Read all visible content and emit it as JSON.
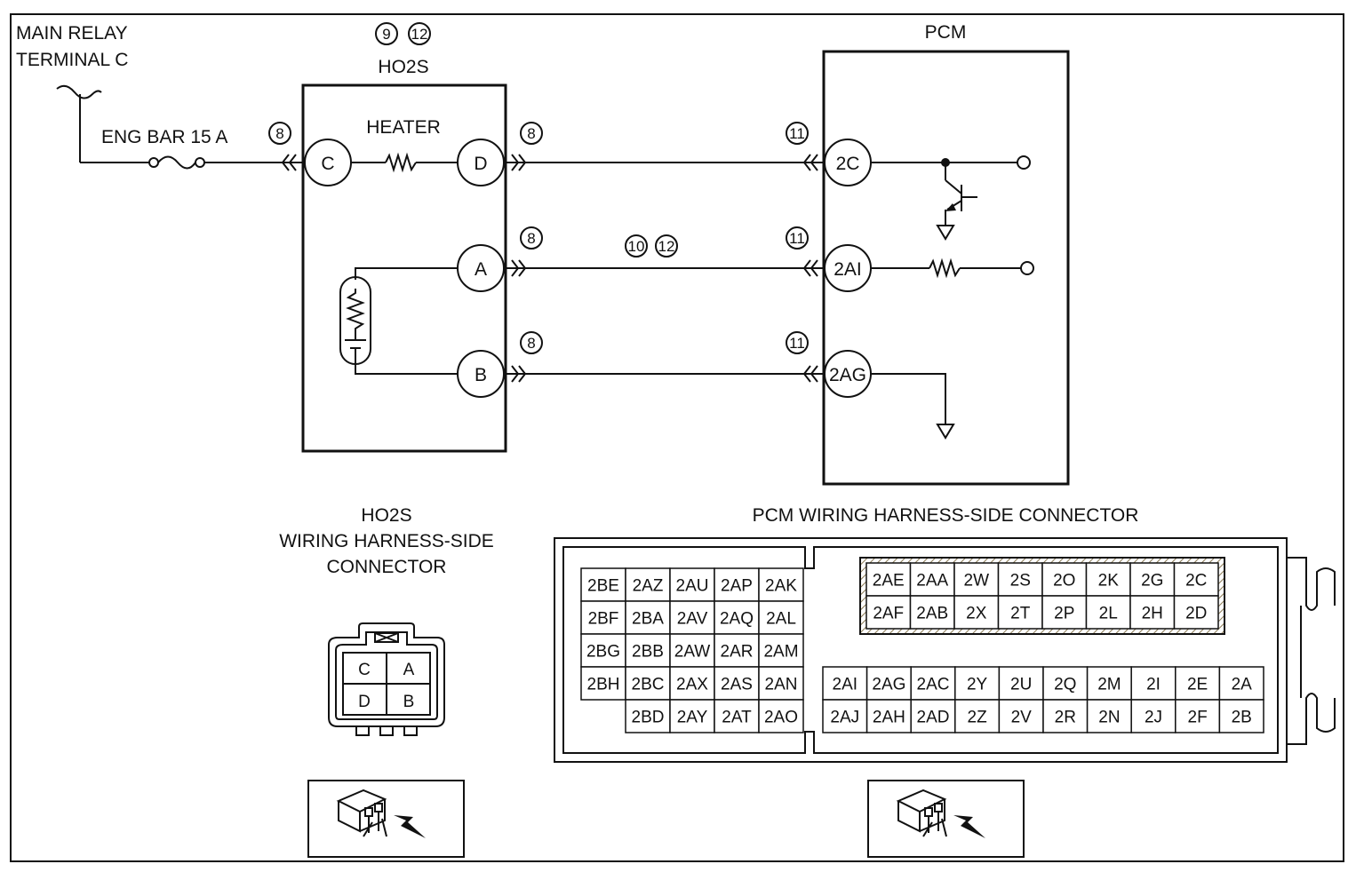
{
  "colors": {
    "line": "#111111",
    "background": "#ffffff",
    "hatch": "#8a7a55"
  },
  "labels": {
    "main_relay_line1": "MAIN RELAY",
    "main_relay_line2": "TERMINAL C",
    "fuse": "ENG BAR 15 A",
    "ho2s_top": "HO2S",
    "heater": "HEATER",
    "pcm_top": "PCM",
    "ho2s_conn_line1": "HO2S",
    "ho2s_conn_line2": "WIRING HARNESS-SIDE",
    "ho2s_conn_line3": "CONNECTOR",
    "pcm_conn_title": "PCM WIRING HARNESS-SIDE CONNECTOR"
  },
  "refs": {
    "ho2s_a": "9",
    "ho2s_b": "12",
    "fuse_ref": "8",
    "d_ref": "8",
    "a_ref": "8",
    "b_ref": "8",
    "mid_a": "10",
    "mid_b": "12",
    "pcm_2c_ref": "11",
    "pcm_2ai_ref": "11",
    "pcm_2ag_ref": "11"
  },
  "ho2s_pins": {
    "c": "C",
    "d": "D",
    "a": "A",
    "b": "B"
  },
  "pcm_pins": {
    "p2c": "2C",
    "p2ai": "2AI",
    "p2ag": "2AG"
  },
  "ho2s_connector_cells": [
    [
      "C",
      "A"
    ],
    [
      "D",
      "B"
    ]
  ],
  "pcm_connector": {
    "left_block": [
      [
        "2BE",
        "2AZ",
        "2AU",
        "2AP",
        "2AK"
      ],
      [
        "2BF",
        "2BA",
        "2AV",
        "2AQ",
        "2AL"
      ],
      [
        "2BG",
        "2BB",
        "2AW",
        "2AR",
        "2AM"
      ],
      [
        "2BH",
        "2BC",
        "2AX",
        "2AS",
        "2AN"
      ],
      [
        "",
        "2BD",
        "2AY",
        "2AT",
        "2AO"
      ]
    ],
    "upper_right_block": [
      [
        "2AE",
        "2AA",
        "2W",
        "2S",
        "2O",
        "2K",
        "2G",
        "2C"
      ],
      [
        "2AF",
        "2AB",
        "2X",
        "2T",
        "2P",
        "2L",
        "2H",
        "2D"
      ]
    ],
    "lower_right_block": [
      [
        "2AI",
        "2AG",
        "2AC",
        "2Y",
        "2U",
        "2Q",
        "2M",
        "2I",
        "2E",
        "2A"
      ],
      [
        "2AJ",
        "2AH",
        "2AD",
        "2Z",
        "2V",
        "2R",
        "2N",
        "2J",
        "2F",
        "2B"
      ]
    ]
  }
}
